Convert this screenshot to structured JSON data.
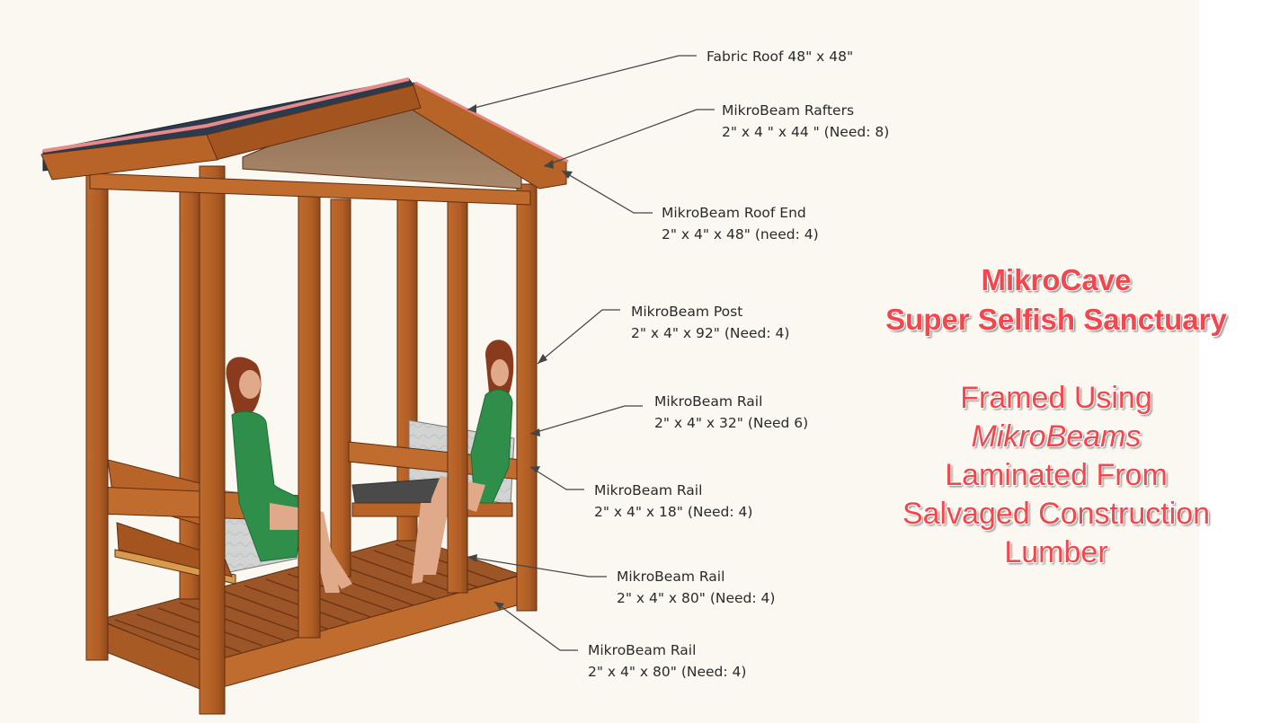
{
  "callouts": [
    {
      "line1": "Fabric Roof 48\" x 48\"",
      "line2": ""
    },
    {
      "line1": "MikroBeam Rafters",
      "line2": "2\" x 4 \" x 44 \" (Need: 8)"
    },
    {
      "line1": "MikroBeam Roof End",
      "line2": "2\" x 4\" x 48\" (need: 4)"
    },
    {
      "line1": "MikroBeam Post",
      "line2": "2\" x 4\" x 92\" (Need: 4)"
    },
    {
      "line1": "MikroBeam Rail",
      "line2": "2\" x 4\" x 32\" (Need 6)"
    },
    {
      "line1": "MikroBeam Rail",
      "line2": "2\" x 4\" x 18\" (Need: 4)"
    },
    {
      "line1": "MikroBeam Rail",
      "line2": "2\" x 4\" x 80\" (Need: 4)"
    },
    {
      "line1": "MikroBeam Rail",
      "line2": "2\" x 4\" x 80\" (Need: 4)"
    }
  ],
  "headline": {
    "line1": "MikroCave",
    "line2": "Super Selfish Sanctuary"
  },
  "subline": {
    "line1": "Framed Using",
    "line2": "MikroBeams",
    "line3": "Laminated From",
    "line4": "Salvaged Construction",
    "line5": "Lumber"
  },
  "colors": {
    "accent_text": "#f2484d",
    "wood": "#b4622a",
    "wood_dark": "#7a3d17",
    "roof": "#2b3a4c",
    "roof_edge": "#e88a8a",
    "cushion": "#cfd0d0",
    "dress": "#2f8f4a",
    "hair": "#8a3b1e"
  }
}
